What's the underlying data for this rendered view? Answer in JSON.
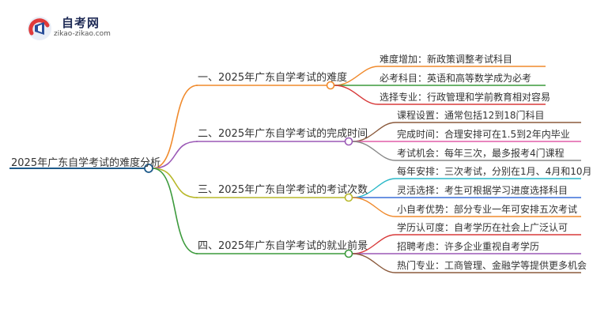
{
  "logo": {
    "name": "自考网",
    "url_text": "zikao-zikao.com"
  },
  "mindmap": {
    "root": "2025年广东自学考试的难度分析",
    "branches": [
      {
        "label": "一、2025年广东自学考试的难度",
        "color": "#f08a2c",
        "children": [
          {
            "label": "难度增加：新政策调整考试科目",
            "color": "#f08a2c"
          },
          {
            "label": "必考科目：英语和高等数学成为必考",
            "color": "#3c9a3c"
          },
          {
            "label": "选择专业：行政管理和学前教育相对容易",
            "color": "#d83a3a"
          }
        ]
      },
      {
        "label": "二、2025年广东自学考试的完成时间",
        "color": "#9b59b6",
        "children": [
          {
            "label": "课程设置：通常包括12到18门科目",
            "color": "#8b5a3c"
          },
          {
            "label": "完成时间：合理安排可在1.5到2年内毕业",
            "color": "#e05fa8"
          },
          {
            "label": "考试机会：每年三次，最多报考4门课程",
            "color": "#888888"
          }
        ]
      },
      {
        "label": "三、2025年广东自学考试的考试次数",
        "color": "#b8b82a",
        "children": [
          {
            "label": "每年安排：三次考试，分别在1月、4月和10月",
            "color": "#2ab8c8"
          },
          {
            "label": "灵活选择：考生可根据学习进度选择科目",
            "color": "#3a6fd8"
          },
          {
            "label": "小自考优势：部分专业一年可安排五次考试",
            "color": "#f08a2c"
          }
        ]
      },
      {
        "label": "四、2025年广东自学考试的就业前景",
        "color": "#3c9a3c",
        "children": [
          {
            "label": "学历认可度：自考学历在社会上广泛认可",
            "color": "#d83a3a"
          },
          {
            "label": "招聘考虑：许多企业重视自考学历",
            "color": "#9b59b6"
          },
          {
            "label": "热门专业：工商管理、金融学等提供更多机会",
            "color": "#8b5a3c"
          }
        ]
      }
    ]
  }
}
